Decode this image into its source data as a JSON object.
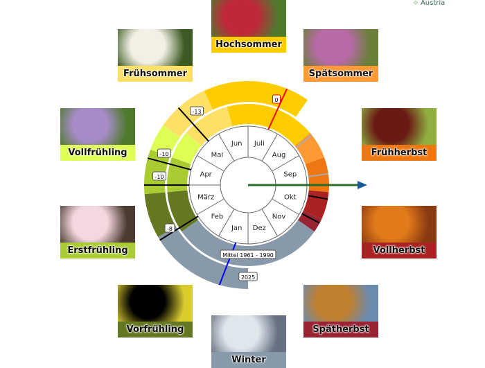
{
  "logo": {
    "text": "Austria"
  },
  "seasons": [
    {
      "key": "hochsommer",
      "label": "Hochsommer",
      "color": "#ffcc00",
      "img": [
        "#c0283a",
        "#4f7a2e"
      ]
    },
    {
      "key": "fruehsommer",
      "label": "Frühsommer",
      "color": "#ffe066",
      "img": [
        "#f2f0e4",
        "#3d5a24"
      ]
    },
    {
      "key": "spaetsommer",
      "label": "Spätsommer",
      "color": "#ff9933",
      "img": [
        "#b86aa8",
        "#6a7f3a"
      ]
    },
    {
      "key": "vollfruehling",
      "label": "Vollfrühling",
      "color": "#ddff55",
      "img": [
        "#a58cc6",
        "#4f7a2e"
      ]
    },
    {
      "key": "fruehherbst",
      "label": "Frühherbst",
      "color": "#ee7711",
      "img": [
        "#6a1a14",
        "#8fb040"
      ]
    },
    {
      "key": "erstfruehling",
      "label": "Erstfrühling",
      "color": "#aacc33",
      "img": [
        "#f4d8e0",
        "#4a3a30"
      ]
    },
    {
      "key": "vollherbst",
      "label": "Vollherbst",
      "color": "#aa2222",
      "img": [
        "#e07a1a",
        "#8a3a10"
      ]
    },
    {
      "key": "vorfruehling",
      "label": "Vorfrühling",
      "color": "#667722",
      "img": [
        "#000000",
        "#d8cc30"
      ]
    },
    {
      "key": "spaetherbst",
      "label": "Spätherbst",
      "color": "#992233",
      "img": [
        "#c08030",
        "#6a8ab0"
      ]
    },
    {
      "key": "winter",
      "label": "Winter",
      "color": "#8899aa",
      "img": [
        "#dfe6ee",
        "#667080"
      ]
    }
  ],
  "months": [
    "Jan",
    "Feb",
    "März",
    "Apr",
    "Mai",
    "Jun",
    "Juli",
    "Aug",
    "Sep",
    "Okt",
    "Nov",
    "Dez"
  ],
  "annotations": {
    "mean_label": "Mittel 1961 - 1990",
    "year_label": "2025",
    "diffs": [
      "0",
      "-13",
      "-10",
      "-10",
      "-8"
    ]
  }
}
